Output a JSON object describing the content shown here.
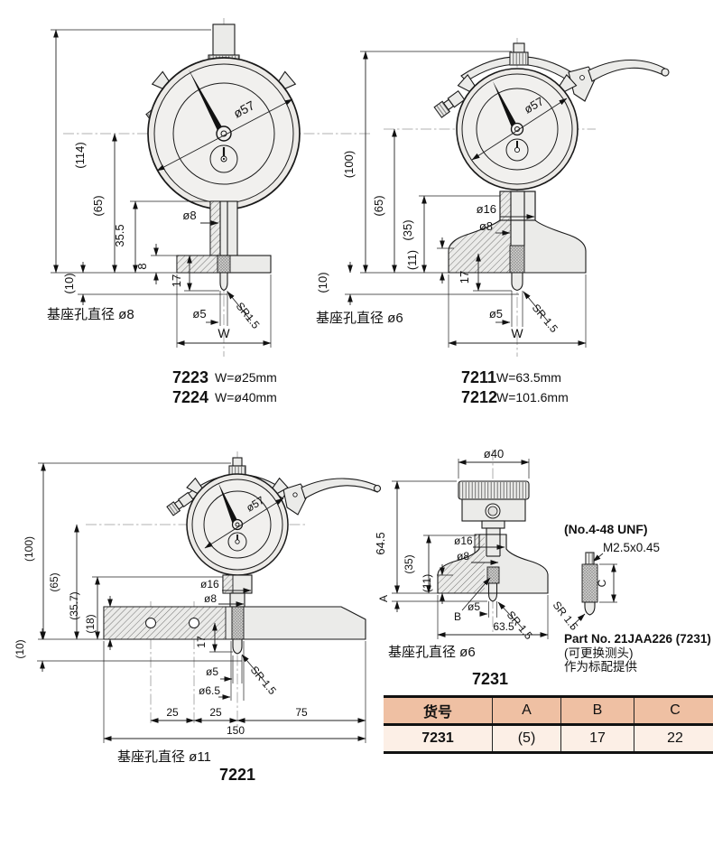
{
  "d1": {
    "dial_dia": "ø57",
    "overall": "(114)",
    "to_center": "(65)",
    "stem_h": "35.5",
    "base_t": "8",
    "range_below": "(10)",
    "probe_len": "17",
    "rod_dia": "ø8",
    "probe_dia": "ø5",
    "tip_r": "SR1.5",
    "base_w": "W",
    "caption": "基座孔直径 ø8",
    "model1": "7223",
    "spec1": "W=ø25mm",
    "model2": "7224",
    "spec2": "W=ø40mm"
  },
  "d2": {
    "dial_dia": "ø57",
    "overall": "(100)",
    "to_center": "(65)",
    "stem_h": "(35)",
    "flange_t": "(11)",
    "range_below": "(10)",
    "probe_len": "17",
    "collar_dia": "ø16",
    "rod_dia": "ø8",
    "probe_dia": "ø5",
    "tip_r": "SR 1.5",
    "base_w": "W",
    "caption": "基座孔直径 ø6",
    "model1": "7211",
    "spec1": "W=63.5mm",
    "model2": "7212",
    "spec2": "W=101.6mm"
  },
  "d3": {
    "dial_dia": "ø57",
    "overall": "(100)",
    "to_center": "(65)",
    "stem_h": "(35.7)",
    "base_t": "(18)",
    "range_below": "(10)",
    "probe_len": "17",
    "collar_dia": "ø16",
    "rod_dia": "ø8",
    "probe_dia": "ø5",
    "bush_dia": "ø6.5",
    "tip_r": "SR 1.5",
    "span_a": "25",
    "span_b": "25",
    "span_c": "75",
    "span_total": "150",
    "caption": "基座孔直径 ø11",
    "model": "7221"
  },
  "d4": {
    "head_dia": "ø40",
    "overall": "64.5",
    "stem_h": "(35)",
    "flange_t": "(11)",
    "dim_a": "A",
    "dim_b": "B",
    "collar_dia": "ø16",
    "rod_dia": "ø8",
    "probe_dia": "ø5",
    "tip_r": "SR 1.5",
    "base_w": "63.5",
    "caption": "基座孔直径 ø6",
    "model": "7231"
  },
  "accessory": {
    "thread_note": "(No.4-48 UNF)",
    "thread_spec": "M2.5x0.45",
    "dim_c": "C",
    "tip_r": "SR 1.5",
    "part_no": "Part No. 21JAA226 (7231)",
    "note1": "(可更换测头)",
    "note2": "作为标配提供"
  },
  "table": {
    "headers": [
      "货号",
      "A",
      "B",
      "C"
    ],
    "row": [
      "7231",
      "(5)",
      "17",
      "22"
    ]
  },
  "colors": {
    "table_header_bg": "#efc0a3",
    "table_row_bg": "#fcefe6",
    "metal_fill": "#ebebe9",
    "line": "#1a1a1a"
  }
}
